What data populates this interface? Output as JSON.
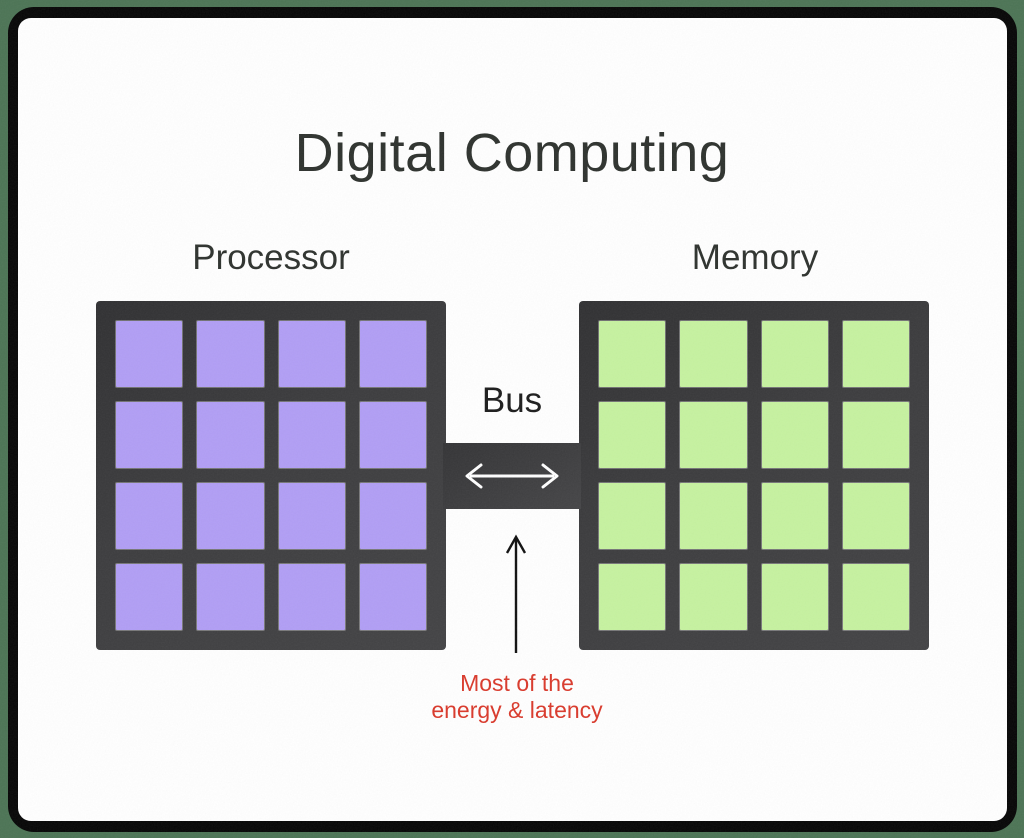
{
  "title": "Digital Computing",
  "diagram": {
    "processor": {
      "label": "Processor",
      "rows": 4,
      "cols": 4,
      "cell_color": "#b19ef5"
    },
    "memory": {
      "label": "Memory",
      "rows": 4,
      "cols": 4,
      "cell_color": "#c6f2a0"
    },
    "bus": {
      "label": "Bus",
      "arrow_icon": "bidirectional-arrow"
    },
    "annotation": {
      "line1": "Most of the",
      "line2": "energy & latency"
    }
  },
  "colors": {
    "background": "#4c7455",
    "frame": "#060606",
    "canvas": "#ffffff",
    "chip": "#3a3a3c",
    "processor_cell": "#b19ef5",
    "memory_cell": "#c6f2a0",
    "title_text": "#2e322e",
    "annotation_text": "#da392b"
  }
}
